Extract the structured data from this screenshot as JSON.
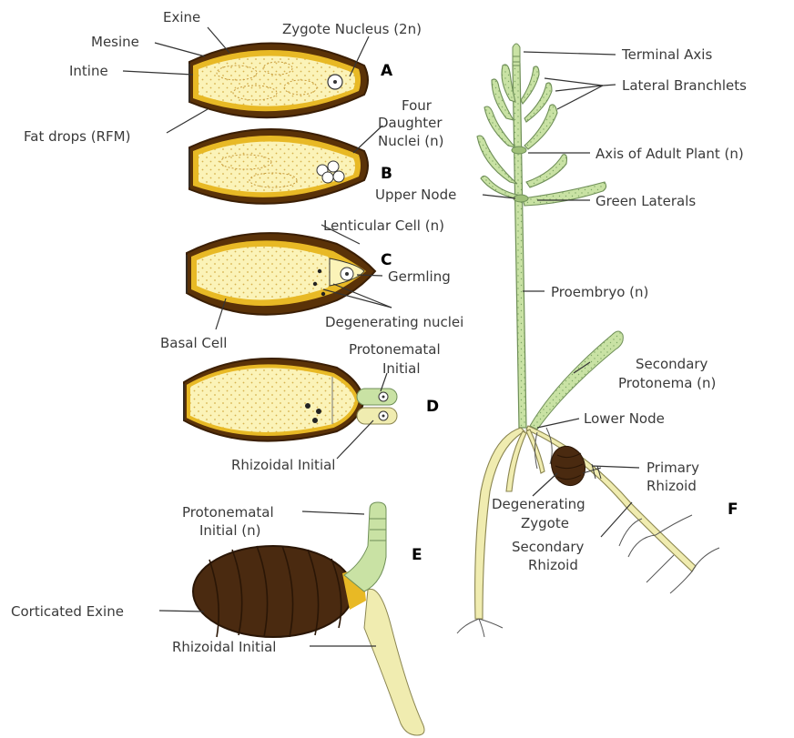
{
  "figure_letters": [
    "A",
    "B",
    "C",
    "D",
    "E",
    "F"
  ],
  "labels": {
    "exine": "Exine",
    "mesine": "Mesine",
    "intine": "Intine",
    "zygote_nucleus": "Zygote Nucleus (2n)",
    "fat_drops": "Fat drops (RFM)",
    "four_daughter_1": "Four",
    "four_daughter_2": "Daughter",
    "four_daughter_3": "Nuclei (n)",
    "lenticular_cell": "Lenticular Cell (n)",
    "germling": "Germling",
    "basal_cell": "Basal Cell",
    "degenerating_nuclei": "Degenerating nuclei",
    "protonematal_initial_d1": "Protonematal",
    "protonematal_initial_d2": "Initial",
    "rhizoidal_initial_d": "Rhizoidal Initial",
    "protonematal_initial_e1": "Protonematal",
    "protonematal_initial_e2": "Initial (n)",
    "corticated_exine": "Corticated Exine",
    "rhizoidal_initial_e": "Rhizoidal Initial",
    "terminal_axis": "Terminal Axis",
    "lateral_branchlets": "Lateral Branchlets",
    "axis_adult": "Axis of Adult Plant (n)",
    "upper_node": "Upper Node",
    "green_laterals": "Green Laterals",
    "proembryo": "Proembryo (n)",
    "secondary_protonema_1": "Secondary",
    "secondary_protonema_2": "Protonema (n)",
    "lower_node": "Lower Node",
    "primary_rhizoid_1": "Primary",
    "primary_rhizoid_2": "Rhizoid",
    "degenerating_zygote_1": "Degenerating",
    "degenerating_zygote_2": "Zygote",
    "secondary_rhizoid_1": "Secondary",
    "secondary_rhizoid_2": "Rhizoid"
  },
  "colors": {
    "exine": "#5a3208",
    "mesine": "#e8b925",
    "cytoplasm": "#fbf3b8",
    "plant_green": "#c9e2a4",
    "plant_outline": "#6f8f58",
    "rhizoid": "#f0ecb0",
    "corticated": "#4a2a10"
  }
}
